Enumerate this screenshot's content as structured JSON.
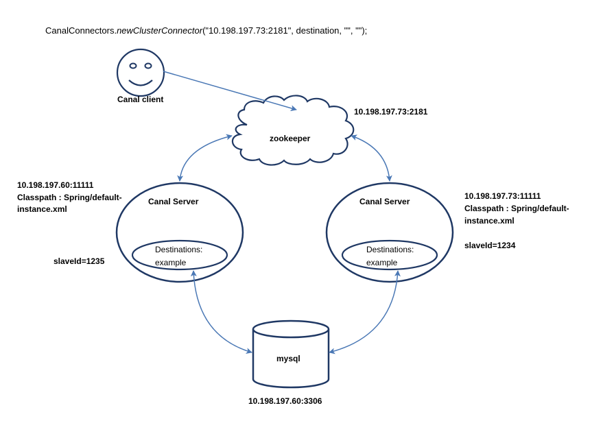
{
  "code": {
    "prefix": "CanalConnectors.",
    "method": "newClusterConnector",
    "args": "(\"10.198.197.73:2181\",  destination, \"\", \"\");"
  },
  "client": {
    "label": "Canal client"
  },
  "zookeeper": {
    "label": "zookeeper",
    "address": "10.198.197.73:2181"
  },
  "server_left": {
    "title": "Canal Server",
    "address": "10.198.197.60:11111",
    "classpath_line1": "Classpath : Spring/default-",
    "classpath_line2": "instance.xml",
    "slave_id": "slaveId=1235",
    "dest_line1": "Destinations:",
    "dest_line2": "example"
  },
  "server_right": {
    "title": "Canal Server",
    "address": "10.198.197.73:11111",
    "classpath_line1": "Classpath : Spring/default-",
    "classpath_line2": "instance.xml",
    "slave_id": "slaveId=1234",
    "dest_line1": "Destinations:",
    "dest_line2": "example"
  },
  "mysql": {
    "label": "mysql",
    "address": "10.198.197.60:3306"
  },
  "colors": {
    "stroke": "#1f3864",
    "arrow": "#4a78b5",
    "text": "#000000"
  }
}
